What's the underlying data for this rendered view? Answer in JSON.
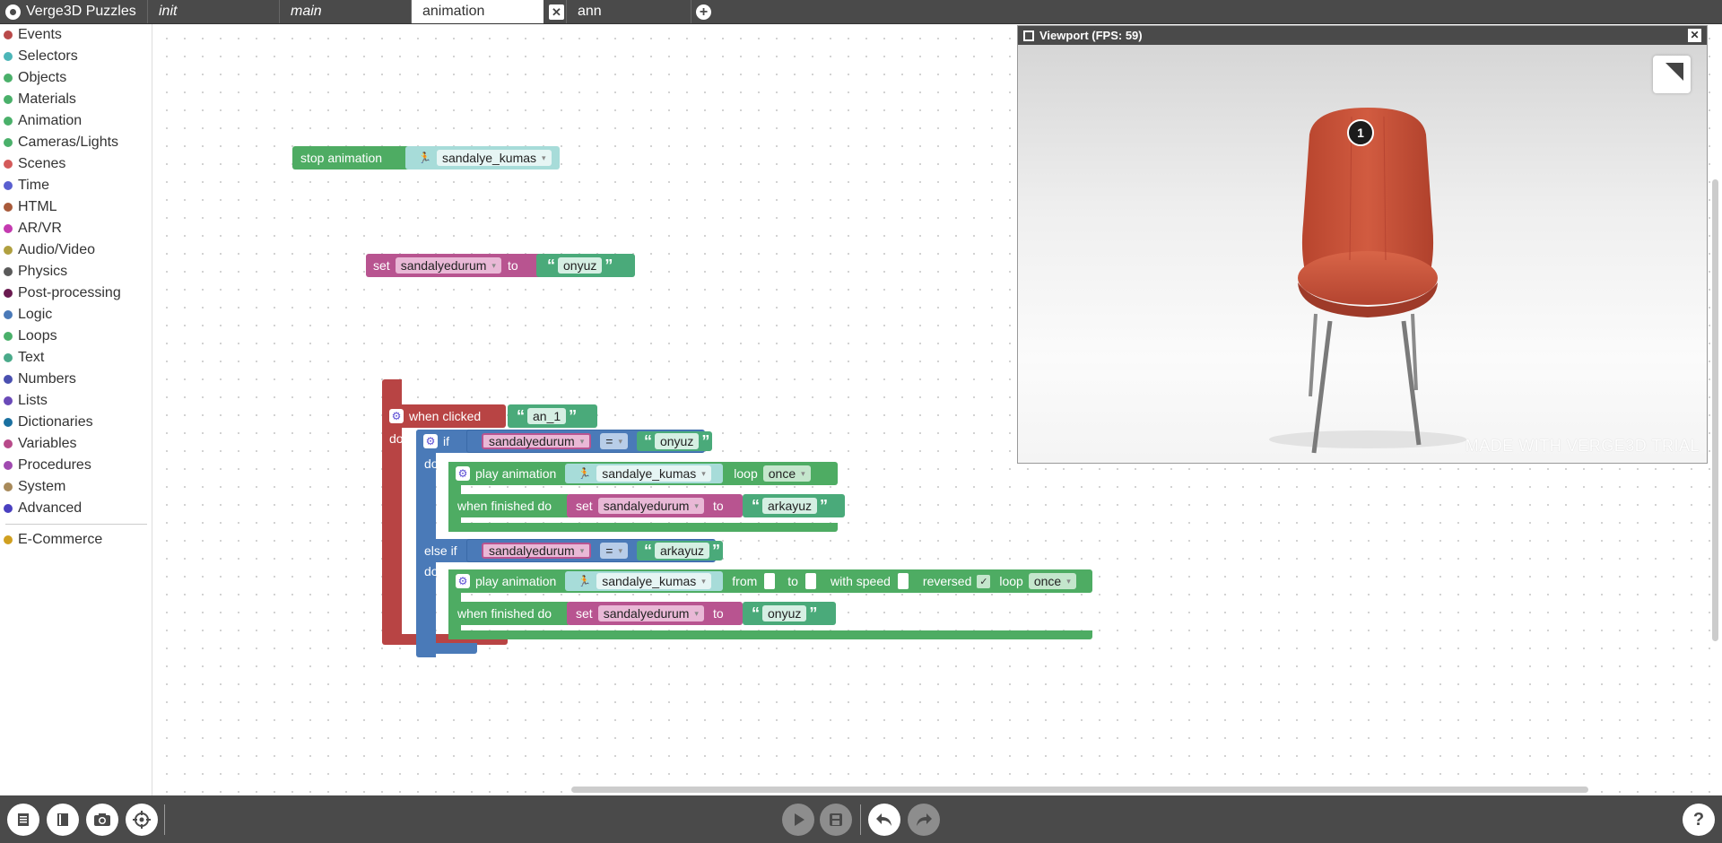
{
  "app": {
    "title": "Verge3D Puzzles"
  },
  "tabs": [
    {
      "label": "init",
      "italic": true
    },
    {
      "label": "main",
      "italic": true
    },
    {
      "label": "animation",
      "active": true
    },
    {
      "label": "ann"
    }
  ],
  "sidebar": {
    "categories": [
      {
        "label": "Events",
        "color": "#b94a4a"
      },
      {
        "label": "Selectors",
        "color": "#4cb6b8"
      },
      {
        "label": "Objects",
        "color": "#4ab06a"
      },
      {
        "label": "Materials",
        "color": "#4ab06a"
      },
      {
        "label": "Animation",
        "color": "#4ab06a"
      },
      {
        "label": "Cameras/Lights",
        "color": "#4ab06a"
      },
      {
        "label": "Scenes",
        "color": "#d45a5a"
      },
      {
        "label": "Time",
        "color": "#5a5fd0"
      },
      {
        "label": "HTML",
        "color": "#a85a3a"
      },
      {
        "label": "AR/VR",
        "color": "#c43ab0"
      },
      {
        "label": "Audio/Video",
        "color": "#b0a040"
      },
      {
        "label": "Physics",
        "color": "#5a5a5a"
      },
      {
        "label": "Post-processing",
        "color": "#6a1a50"
      },
      {
        "label": "Logic",
        "color": "#4a7ab8"
      },
      {
        "label": "Loops",
        "color": "#4ab06a"
      },
      {
        "label": "Text",
        "color": "#4aaa8a"
      },
      {
        "label": "Numbers",
        "color": "#4a50b0"
      },
      {
        "label": "Lists",
        "color": "#6a4ab8"
      },
      {
        "label": "Dictionaries",
        "color": "#1a70a0"
      },
      {
        "label": "Variables",
        "color": "#b84a8a"
      },
      {
        "label": "Procedures",
        "color": "#a04ab0"
      },
      {
        "label": "System",
        "color": "#a88a5a"
      },
      {
        "label": "Advanced",
        "color": "#4a40c0"
      }
    ],
    "extra": {
      "label": "E-Commerce",
      "color": "#d0a020"
    }
  },
  "blocks": {
    "stop": {
      "label": "stop animation",
      "object": "sandalye_kumas"
    },
    "set1": {
      "set": "set",
      "var": "sandalyedurum",
      "to": "to",
      "value": "onyuz"
    },
    "main": {
      "when_clicked": "when clicked",
      "target": "an_1",
      "do": "do",
      "if": "if",
      "var": "sandalyedurum",
      "eq": "=",
      "if_value": "onyuz",
      "play1": {
        "label": "play animation",
        "object": "sandalye_kumas",
        "loop_label": "loop",
        "loop": "once"
      },
      "finished": "when finished do",
      "set_a": {
        "set": "set",
        "var": "sandalyedurum",
        "to": "to",
        "value": "arkayuz"
      },
      "else_if": "else if",
      "elseif_value": "arkayuz",
      "play2": {
        "label": "play animation",
        "object": "sandalye_kumas",
        "from": "from",
        "to": "to",
        "speed": "with speed",
        "reversed": "reversed",
        "loop_label": "loop",
        "loop": "once"
      },
      "set_b": {
        "set": "set",
        "var": "sandalyedurum",
        "to": "to",
        "value": "onyuz"
      }
    }
  },
  "viewport": {
    "title": "Viewport (FPS: 59)",
    "annotation": "1",
    "watermark": "MADE WITH VERGE3D TRIAL"
  }
}
